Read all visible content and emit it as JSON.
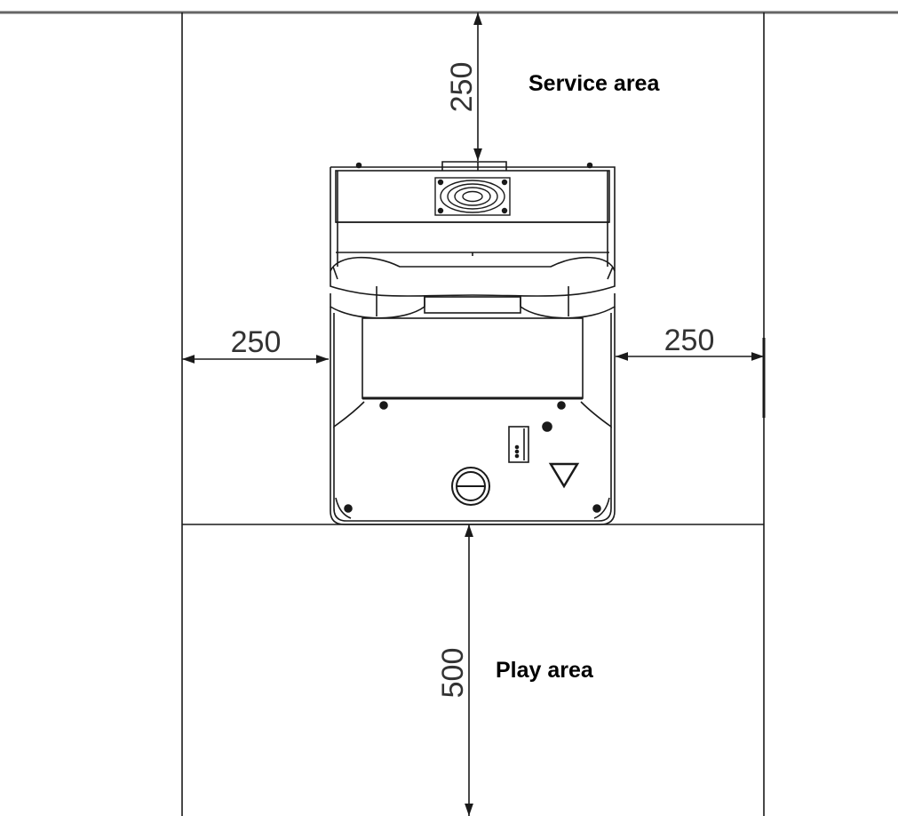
{
  "dimensions": {
    "rear_clearance": "250",
    "left_clearance": "250",
    "right_clearance": "250",
    "front_clearance": "500"
  },
  "labels": {
    "service_area": "Service area",
    "play_area": "Play area"
  },
  "colors": {
    "line": "#1a1a1a",
    "wall": "#666666",
    "background": "#ffffff"
  },
  "icons": [
    "fan-icon",
    "coin-slot-icon",
    "triangle-button-icon",
    "round-button-icon"
  ]
}
